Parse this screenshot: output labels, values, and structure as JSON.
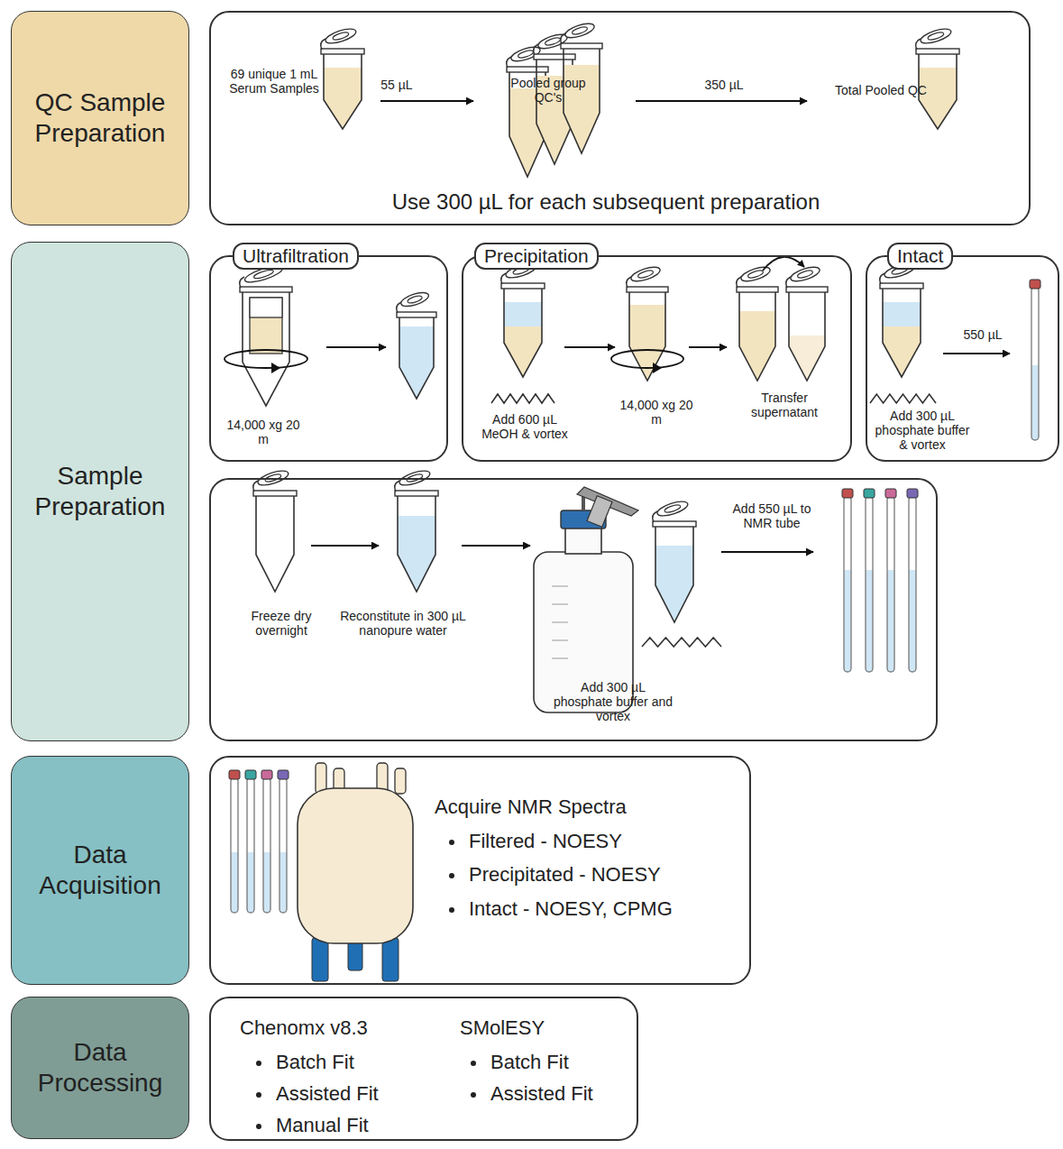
{
  "diagram": {
    "nodes": [
      {
        "text": [
          "QC Sample Preparation"
        ]
      },
      {
        "text": [
          "69 unique 1 mL Serum Samples",
          "Pooled group QC's",
          "Total Pooled QC",
          "Use 300 µL for each subsequent preparation"
        ]
      },
      {
        "text": [
          "Sample Preparation"
        ]
      },
      {
        "text": [
          "Ultrafiltration",
          "14,000 xg 20 m"
        ]
      },
      {
        "text": [
          "Precipitation",
          "Add 600 µL MeOH & vortex",
          "14,000 xg 20 m",
          "Transfer supernatant"
        ]
      },
      {
        "text": [
          "Intact",
          "Add 300 µL phosphate buffer & vortex",
          "550 µL"
        ]
      },
      {
        "text": [
          "Freeze dry overnight",
          "Reconstitute in 300 µL nanopure water",
          "Add 300 µL phosphate buffer and vortex",
          "Add 550 µL to NMR tube"
        ]
      },
      {
        "text": [
          "Data Acquisition"
        ]
      },
      {
        "text": [
          "Acquire NMR Spectra",
          "Filtered - NOESY",
          "Precipitated - NOESY",
          "Intact - NOESY, CPMG"
        ]
      },
      {
        "text": [
          "Data Processing"
        ]
      },
      {
        "text": [
          "Chenomx v8.3",
          "Batch Fit",
          "Assisted Fit",
          "Manual Fit",
          "SMolESY",
          "Batch Fit",
          "Assisted Fit"
        ]
      }
    ],
    "labels": [
      "55 µL",
      "350 µL"
    ]
  }
}
